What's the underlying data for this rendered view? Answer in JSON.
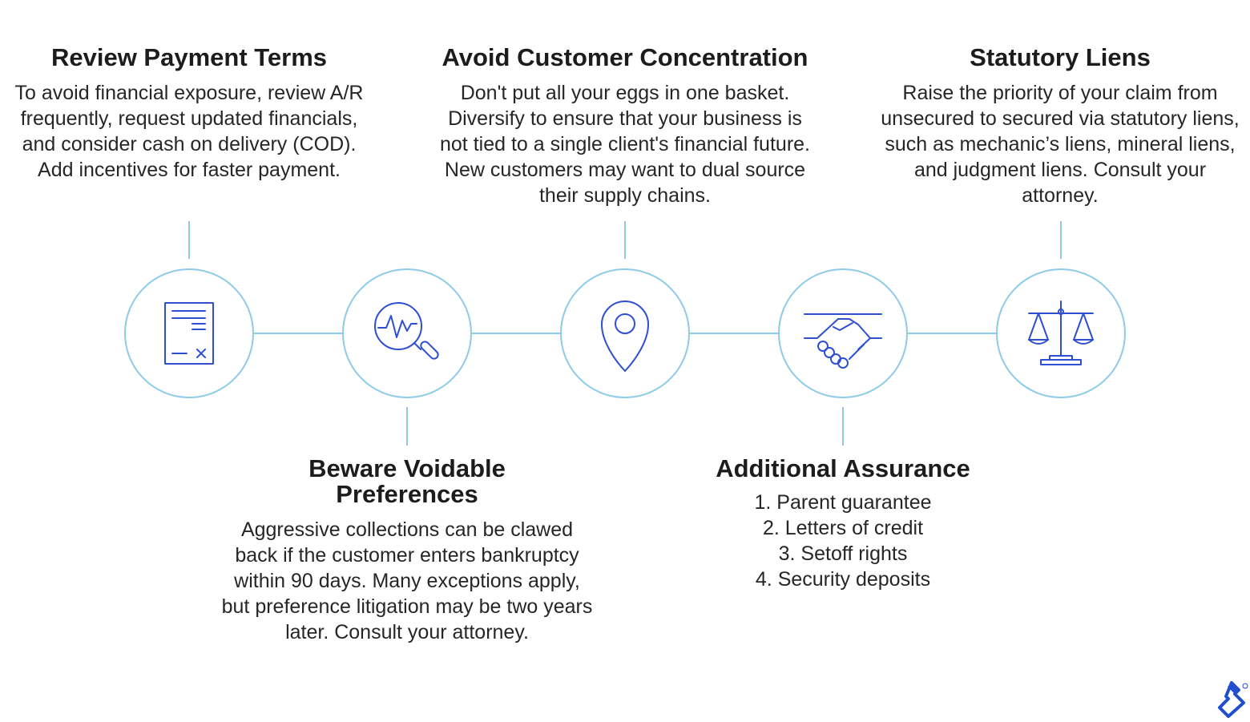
{
  "steps": [
    {
      "title": "Review Payment Terms",
      "body": "To avoid financial exposure, review A/R frequently, request updated financials, and consider cash on delivery (COD). Add incentives for faster payment.",
      "icon": "invoice-document-icon"
    },
    {
      "title": "Beware Voidable Preferences",
      "body": "Aggressive collections can be clawed back if the customer enters bankruptcy within 90 days. Many exceptions apply, but preference litigation may be two years later. Consult your attorney.",
      "icon": "magnifier-pulse-icon"
    },
    {
      "title": "Avoid Customer Concentration",
      "body": "Don't put all your eggs in one basket. Diversify to ensure that your business is not tied to a single client's financial future. New customers may want to dual source their supply chains.",
      "icon": "location-pin-icon"
    },
    {
      "title": "Additional Assurance",
      "items": [
        "1. Parent guarantee",
        "2. Letters of credit",
        "3. Setoff rights",
        "4. Security deposits"
      ],
      "icon": "handshake-icon"
    },
    {
      "title": "Statutory Liens",
      "body": "Raise the priority of your claim from unsecured to secured via statutory liens, such as mechanic’s liens, mineral liens, and judgment liens. Consult your attorney.",
      "icon": "scales-of-justice-icon"
    }
  ],
  "colors": {
    "line": "#8dcbe8",
    "icon": "#2f4fd3",
    "text": "#1c1c1c",
    "logo": "#204ecf"
  },
  "logo": {
    "icon": "toptal-logo-icon"
  }
}
